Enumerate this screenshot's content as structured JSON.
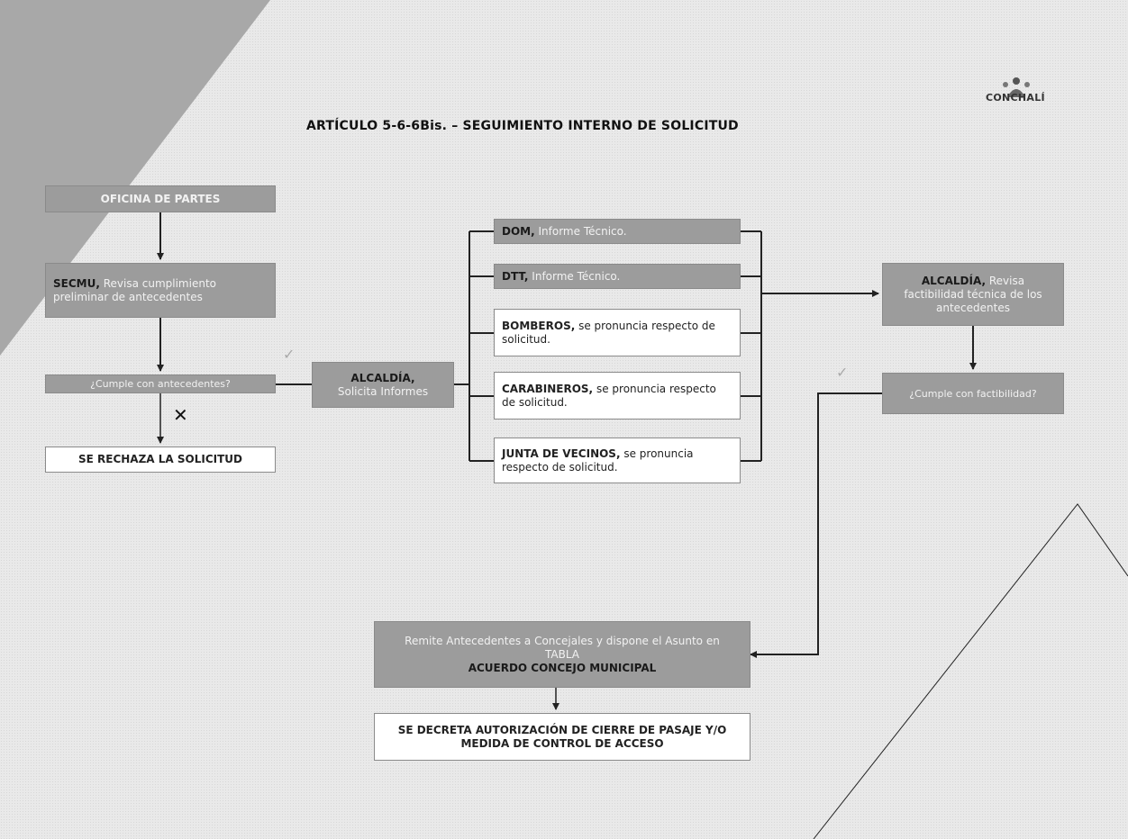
{
  "header": {
    "title": "ARTÍCULO 5-6-6Bis. – SEGUIMIENTO INTERNO DE SOLICITUD",
    "logo_text": "CONCHALÍ"
  },
  "nodes": {
    "oficina": {
      "bold": "OFICINA DE PARTES"
    },
    "secmu": {
      "bold": "SECMU,",
      "text": "Revisa cumplimiento preliminar de antecedentes"
    },
    "cumple_antecedentes": {
      "text": "¿Cumple con antecedentes?"
    },
    "rechaza": {
      "bold": "SE RECHAZA LA SOLICITUD"
    },
    "alcaldia_informes": {
      "bold": "ALCALDÍA,",
      "text": "Solicita Informes"
    },
    "dom": {
      "bold": "DOM,",
      "text": "Informe Técnico."
    },
    "dtt": {
      "bold": "DTT,",
      "text": "Informe Técnico."
    },
    "bomberos": {
      "bold": "BOMBEROS,",
      "text": "se pronuncia respecto de solicitud."
    },
    "carabineros": {
      "bold": "CARABINEROS,",
      "text": "se pronuncia respecto de solicitud."
    },
    "junta": {
      "bold": "JUNTA DE VECINOS,",
      "text": "se pronuncia respecto de solicitud."
    },
    "alcaldia_revisa": {
      "bold": "ALCALDÍA,",
      "text": "Revisa factibilidad técnica de los antecedentes"
    },
    "cumple_factibilidad": {
      "text": "¿Cumple con factibilidad?"
    },
    "remite": {
      "text": "Remite Antecedentes a Concejales y dispone el Asunto en TABLA",
      "bold": "ACUERDO CONCEJO MUNICIPAL"
    },
    "decreta": {
      "bold": "SE DECRETA AUTORIZACIÓN DE CIERRE DE PASAJE Y/O MEDIDA DE CONTROL DE ACCESO"
    }
  },
  "marks": {
    "check": "✓",
    "cross": "✕"
  },
  "colors": {
    "dark_box": "#9c9c9c",
    "light_box": "#ffffff",
    "band": "#a8a8a8",
    "line": "#222222"
  }
}
